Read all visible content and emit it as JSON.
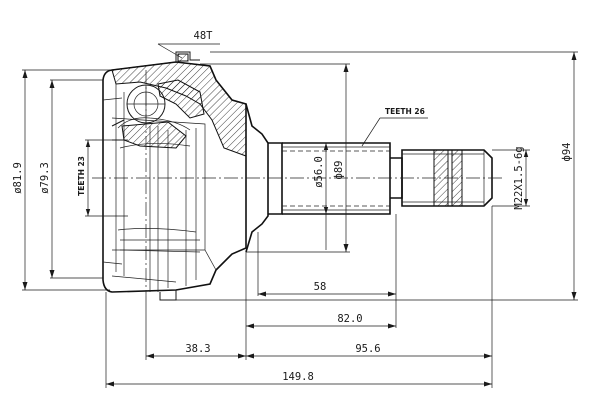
{
  "dimensions": {
    "dia_81_9": "ø81.9",
    "dia_79_3": "ø79.3",
    "dia_56_0": "ø56.0",
    "dia_89": "ф89",
    "dia_94": "ф94",
    "thread": "M22X1.5-6g",
    "len_58": "58",
    "len_82_0": "82.0",
    "len_38_3": "38.3",
    "len_95_6": "95.6",
    "len_149_8": "149.8"
  },
  "callouts": {
    "teeth_48": "48T",
    "teeth_26": "TEETH 26",
    "teeth_23": "TEETH 23"
  }
}
